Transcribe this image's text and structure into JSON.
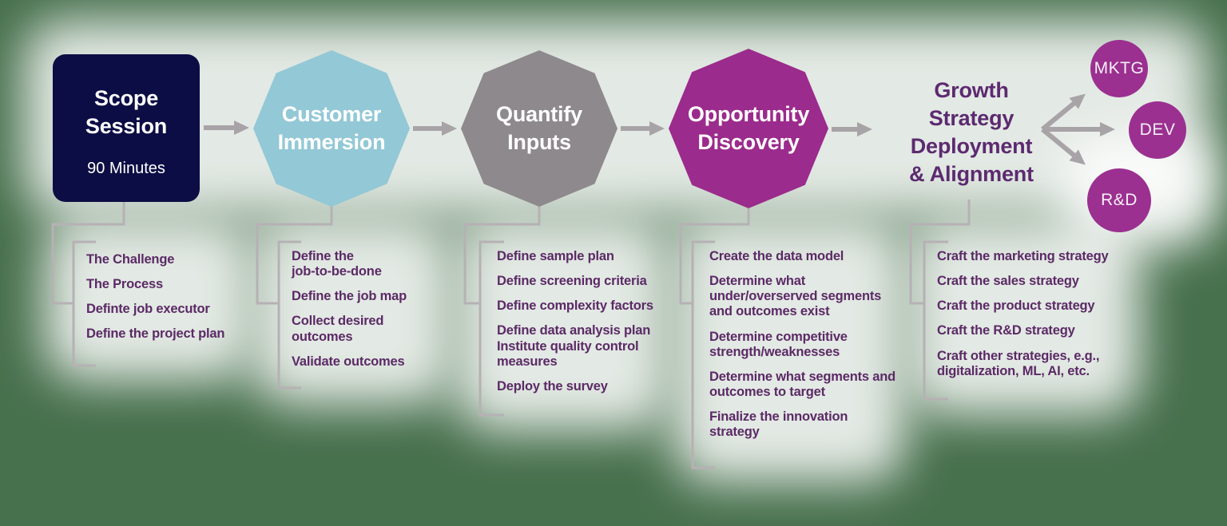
{
  "palette": {
    "background_green": "#47704D",
    "halo_white": "#FFFFFF",
    "connector_gray": "#B6B1B5",
    "arrow_gray": "#A8A3A7",
    "list_text_purple": "#5B2A66",
    "heading_purple": "#5C2A70"
  },
  "stages": [
    {
      "name": "scope-session",
      "title": "Scope\nSession",
      "subtitle": "90 Minutes",
      "color": "#0D0D45",
      "items": [
        "The Challenge",
        "The Process",
        "Definte job executor",
        "Define the project plan"
      ]
    },
    {
      "name": "customer-immersion",
      "title": "Customer\nImmersion",
      "color": "#93C8D6",
      "items": [
        "Define the\njob-to-be-done",
        "Define the job map",
        "Collect desired\noutcomes",
        "Validate outcomes"
      ]
    },
    {
      "name": "quantify-inputs",
      "title": "Quantify\nInputs",
      "color": "#8D898C",
      "items": [
        "Define sample plan",
        "Define screening criteria",
        "Define complexity factors",
        "Define data analysis plan\nInstitute quality control\nmeasures",
        "Deploy the survey"
      ]
    },
    {
      "name": "opportunity-discovery",
      "title": "Opportunity\nDiscovery",
      "color": "#9B2B8C",
      "items": [
        "Create the data model",
        "Determine what\nunder/overserved segments\nand outcomes exist",
        "Determine competitive\nstrength/weaknesses",
        "Determine what segments and\noutcomes to target",
        "Finalize the innovation\nstrategy"
      ]
    },
    {
      "name": "growth-strategy-deployment",
      "title": "Growth\nStrategy\nDeployment\n& Alignment",
      "color": "#5C2A70",
      "items": [
        "Craft the marketing strategy",
        "Craft the sales strategy",
        "Craft the product strategy",
        "Craft the R&D strategy",
        "Craft other strategies, e.g.,\ndigitalization, ML, AI, etc."
      ]
    }
  ],
  "outputs": [
    {
      "label": "MKTG",
      "color": "#9B3090"
    },
    {
      "label": "DEV",
      "color": "#9B3090"
    },
    {
      "label": "R&D",
      "color": "#9B3090"
    }
  ]
}
